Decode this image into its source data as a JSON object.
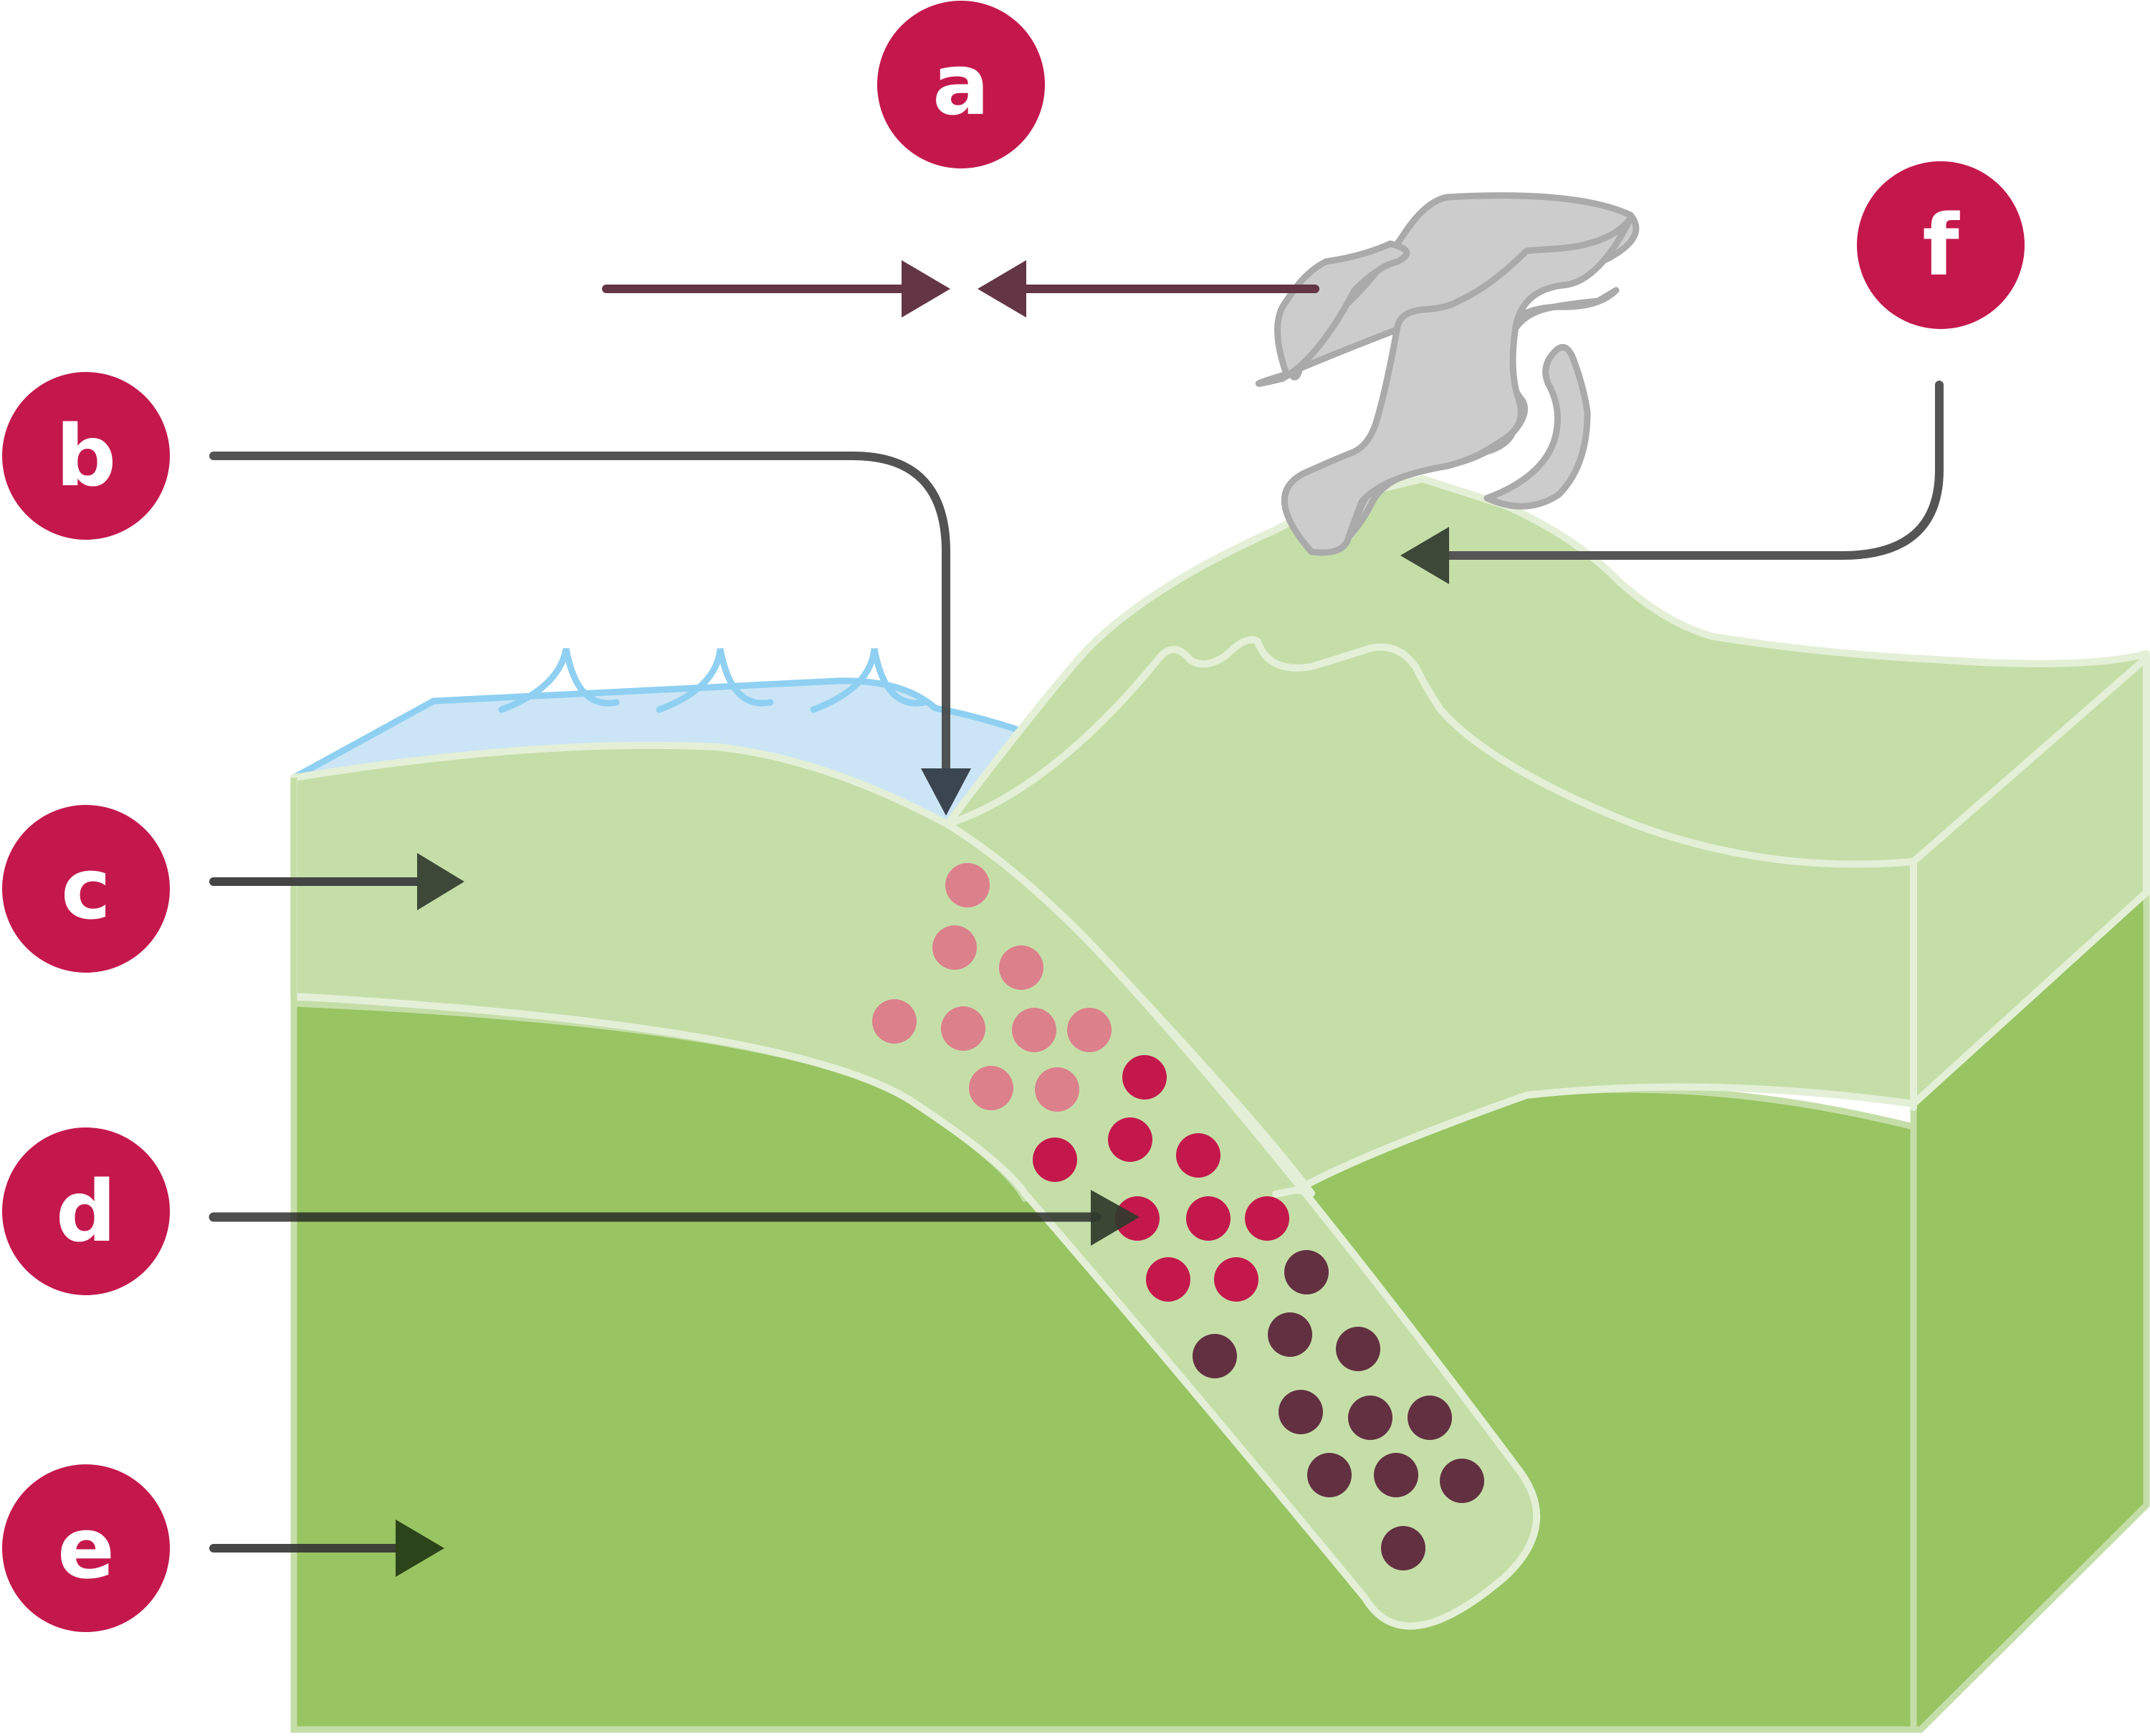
{
  "labels": {
    "a": "a",
    "b": "b",
    "c": "c",
    "d": "d",
    "e": "e",
    "f": "f"
  },
  "colors": {
    "badge": "#c4184c",
    "water": "#cbe5f6",
    "water_edge": "#8fd0f2",
    "crust_light": "#c5dea8",
    "mantle": "#98c462",
    "outline": "#e4efd7",
    "volcano": "#cccccc",
    "volcano_edge": "#aaaaaa",
    "arrow_a": "#633545",
    "arrow": "#444444",
    "dots_pink": "#dc808c",
    "dots_red": "#c4184c",
    "dots_dark": "#633042"
  }
}
